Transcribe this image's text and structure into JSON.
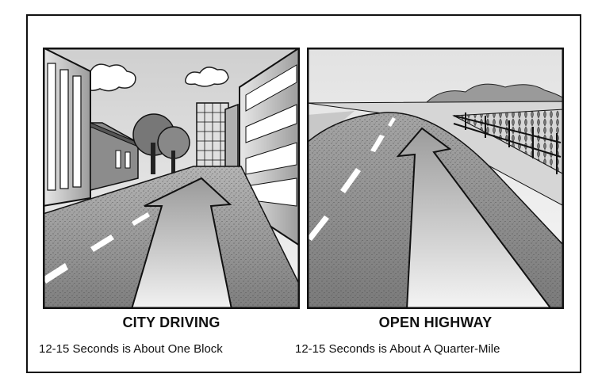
{
  "panels": [
    {
      "title": "CITY DRIVING",
      "subtitle": "12-15 Seconds is About One Block"
    },
    {
      "title": "OPEN HIGHWAY",
      "subtitle": "12-15 Seconds is About A Quarter-Mile"
    }
  ],
  "colors": {
    "ink": "#111111",
    "road": "#8a8a8a",
    "sky": "#d8d8d8"
  }
}
